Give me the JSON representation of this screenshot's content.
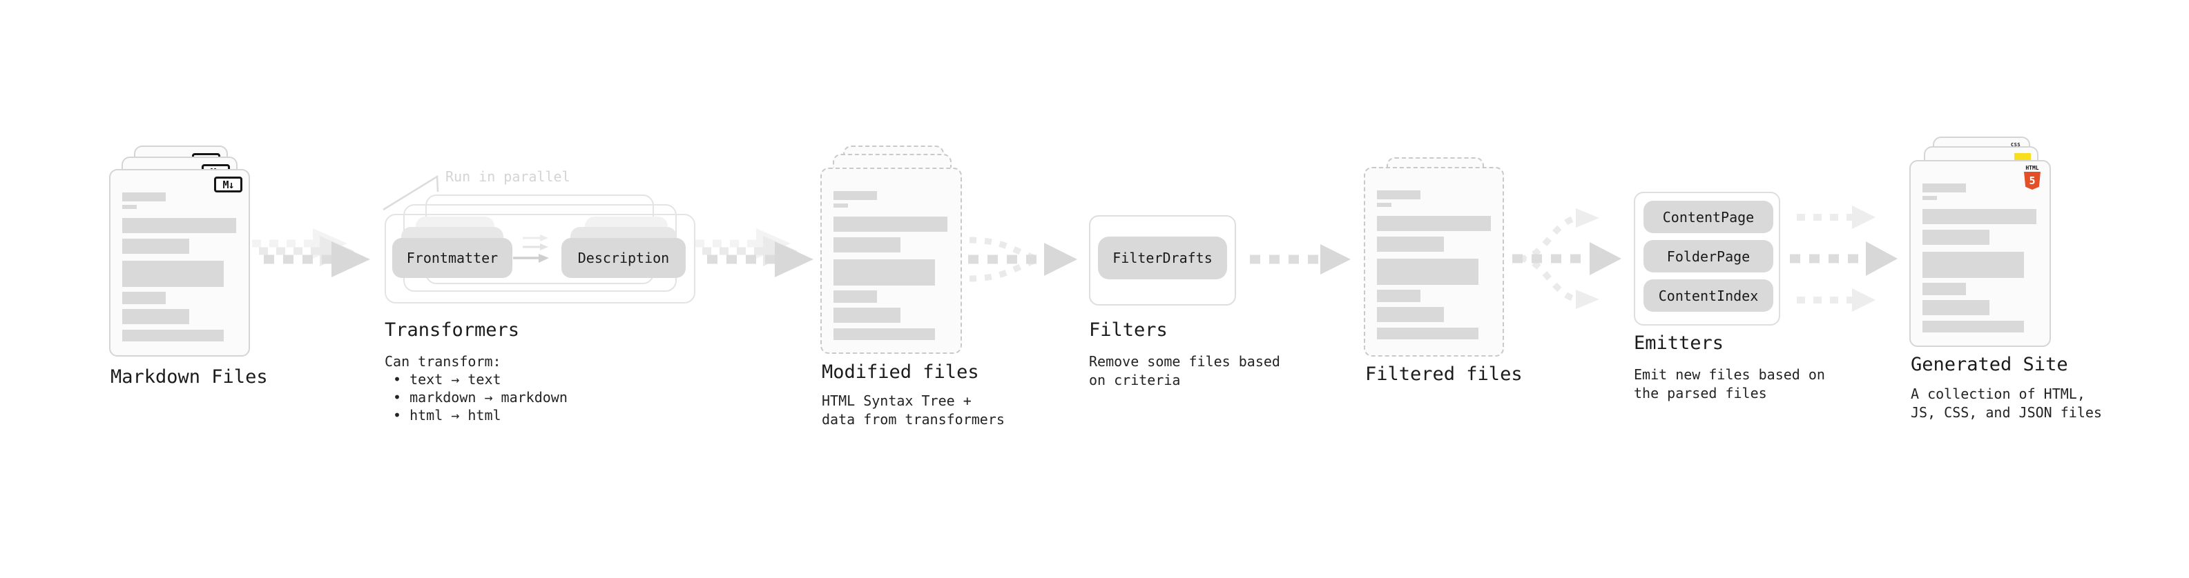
{
  "colors": {
    "chip_bg": "#d9d9d9",
    "bar_gray": "#d9d9d9",
    "card_bg": "#fbfbfb",
    "solid_border": "#d5d5d5",
    "dashed_border": "#c9c9c9",
    "frame_border": "#e4e4e4",
    "arrow_gray": "#dcdcdc",
    "arrow_light": "#eaeaea",
    "html5_orange": "#e34f26",
    "js_yellow": "#f7df1e",
    "css_blue": "#2965f1"
  },
  "nodes": {
    "markdown_files": {
      "label": "Markdown Files",
      "badge": "M↓"
    },
    "transformers": {
      "heading": "Transformers",
      "annotation": "Run in parallel",
      "chips": [
        "Frontmatter",
        "Description"
      ],
      "caption_title": "Can transform:",
      "bullets": [
        "• text → text",
        "• markdown → markdown",
        "• html → html"
      ]
    },
    "modified_files": {
      "label": "Modified files",
      "caption_lines": [
        "HTML Syntax Tree +",
        "data from transformers"
      ]
    },
    "filters": {
      "heading": "Filters",
      "chips": [
        "FilterDrafts"
      ],
      "caption_lines": [
        "Remove some files based",
        "on criteria"
      ]
    },
    "filtered_files": {
      "label": "Filtered files"
    },
    "emitters": {
      "heading": "Emitters",
      "chips": [
        "ContentPage",
        "FolderPage",
        "ContentIndex"
      ],
      "caption_lines": [
        "Emit new files based on",
        "the parsed files"
      ]
    },
    "generated_site": {
      "label": "Generated Site",
      "caption_lines": [
        "A collection of HTML,",
        "JS, CSS, and JSON files"
      ],
      "badges": {
        "html_label": "HTML",
        "html_number": "5",
        "css_label": "CSS"
      }
    }
  }
}
